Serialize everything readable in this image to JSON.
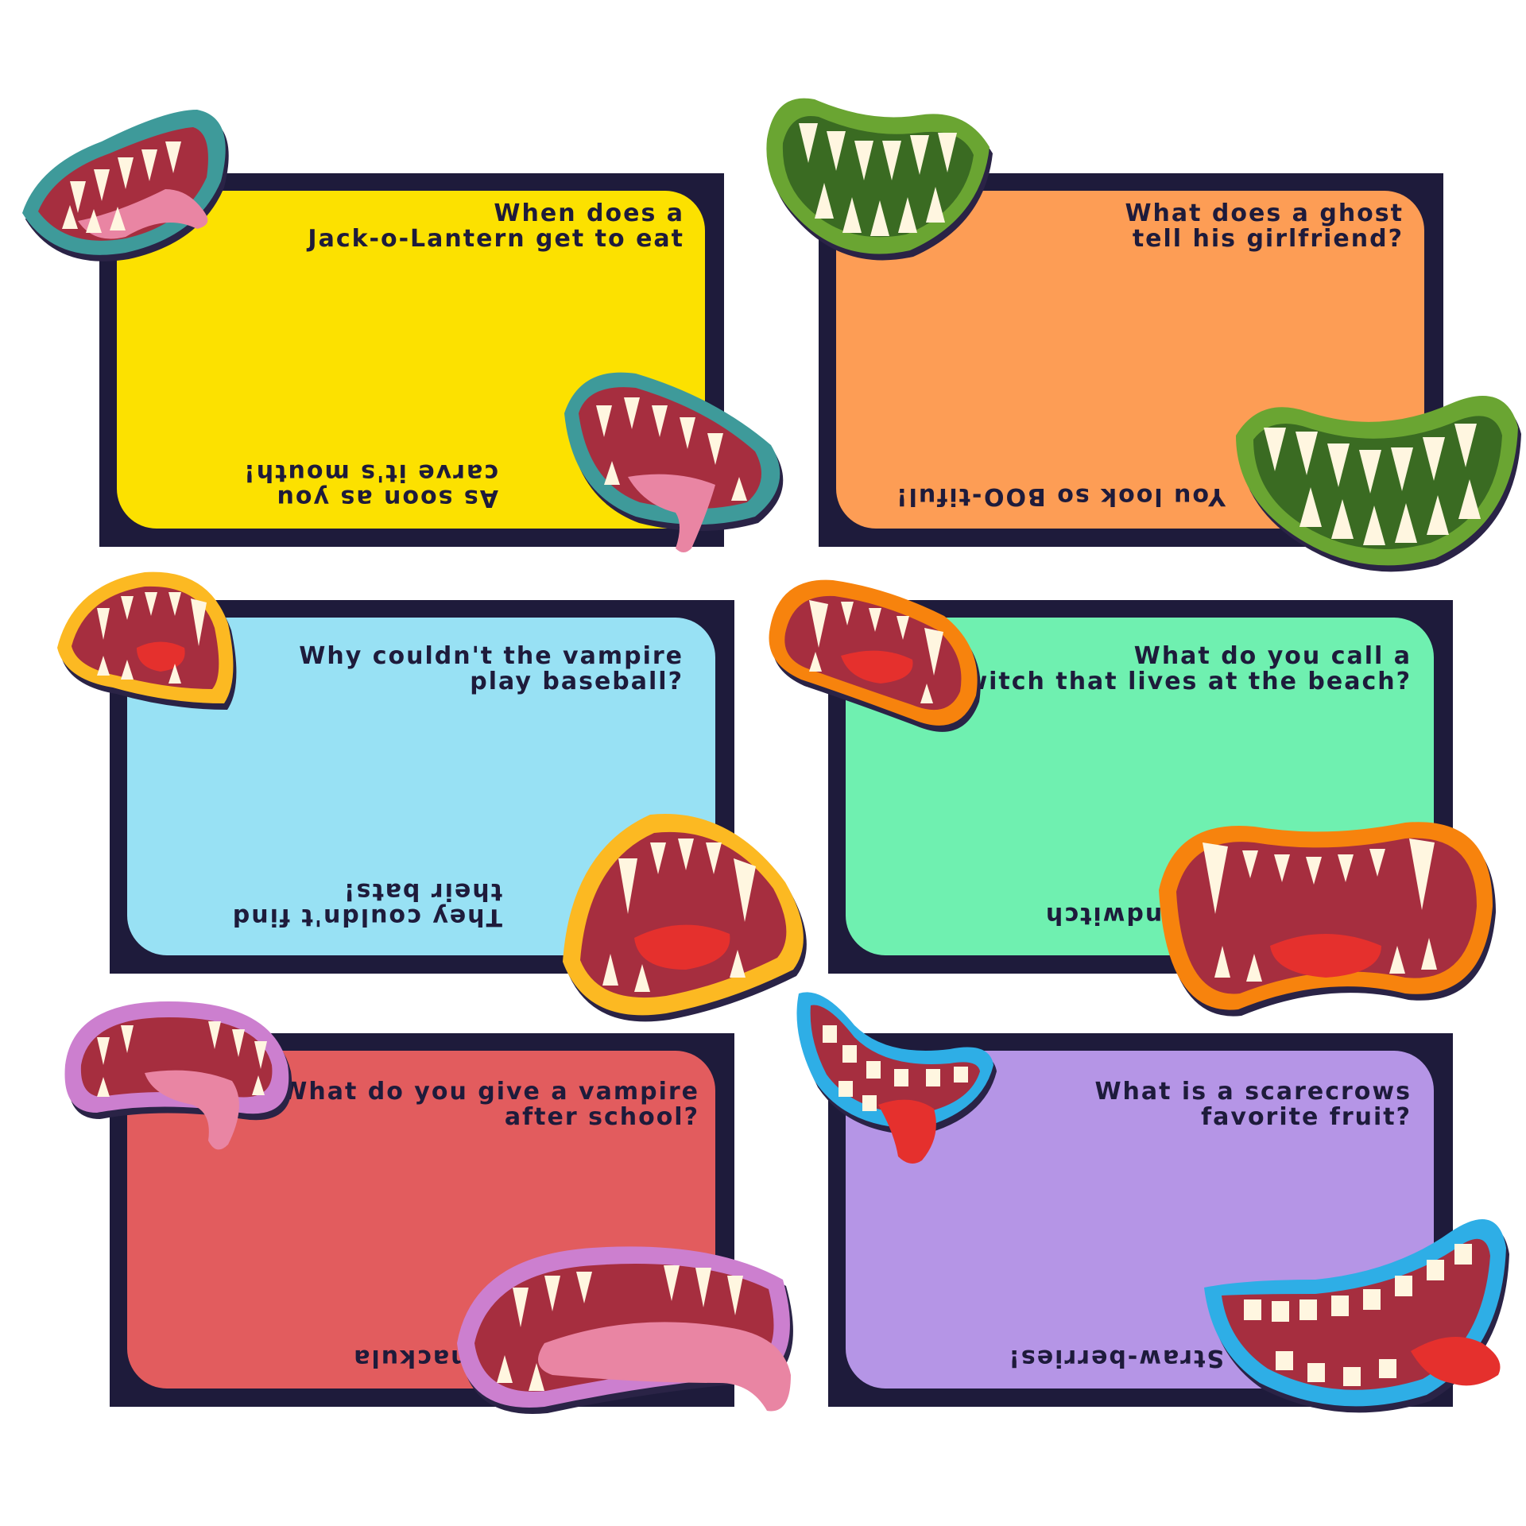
{
  "cards": [
    {
      "question": "When does a\nJack-o-Lantern get to eat",
      "answer": "As soon as you\ncarve it's mouth!",
      "color": "#fce100",
      "lip": "#3e9a9a",
      "mouth_icons": [
        "teal-mouth-tongue-icon",
        "teal-mouth-tongue-icon"
      ]
    },
    {
      "question": "What does a ghost\ntell his girlfriend?",
      "answer": "You look so BOO-tiful!",
      "color": "#fd9d55",
      "lip": "#6aa532",
      "mouth_icons": [
        "green-mouth-icon",
        "green-mouth-icon"
      ]
    },
    {
      "question": "Why couldn't the vampire\nplay baseball?",
      "answer": "They couldn't find\ntheir bats!",
      "color": "#98e1f4",
      "lip": "#fcb922",
      "mouth_icons": [
        "yellow-fang-mouth-icon",
        "yellow-fang-mouth-icon"
      ]
    },
    {
      "question": "What do you call a\nwitch that lives at the beach?",
      "answer": "A sandwitch",
      "color": "#6ff0b0",
      "lip": "#f7830d",
      "mouth_icons": [
        "orange-fang-mouth-icon",
        "orange-fang-mouth-icon"
      ]
    },
    {
      "question": "What do you give a vampire\nafter school?",
      "answer": "A snackula",
      "color": "#e25c5e",
      "lip": "#cc7fcf",
      "mouth_icons": [
        "purple-mouth-tongue-icon",
        "purple-mouth-tongue-icon"
      ]
    },
    {
      "question": "What is a scarecrows\nfavorite fruit?",
      "answer": "Straw-berries!",
      "color": "#b595e6",
      "lip": "#2eaee6",
      "mouth_icons": [
        "blue-mouth-tongue-icon",
        "blue-mouth-tongue-icon"
      ]
    }
  ]
}
